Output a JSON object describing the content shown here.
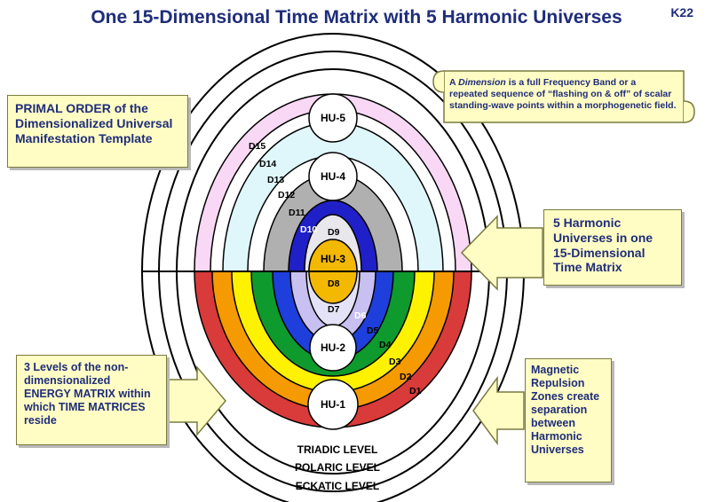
{
  "title": "One 15-Dimensional Time Matrix with 5 Harmonic Universes",
  "code": "K22",
  "primal_box": "PRIMAL ORDER of the Dimensionalized Universal Manifestation Template",
  "scroll_note": {
    "prefix": "A ",
    "emphasis": "Dimension",
    "text": " is a full Frequency Band or a repeated sequence of “flashing on & off” of scalar standing-wave points within a morphogenetic field."
  },
  "harmonic_box": "5 Harmonic Universes in one 15-Dimensional Time Matrix",
  "levels_box": "3 Levels of the non-dimensionalized ENERGY MATRIX within which TIME MATRICES reside",
  "magnetic_box": "Magnetic Repulsion Zones create separation between Harmonic Universes",
  "hu_labels": [
    "HU-5",
    "HU-4",
    "HU-3",
    "HU-2",
    "HU-1"
  ],
  "dimension_labels": [
    "D15",
    "D14",
    "D13",
    "D12",
    "D11",
    "D10",
    "D9",
    "D8",
    "D7",
    "D6",
    "D5",
    "D4",
    "D3",
    "D2",
    "D1"
  ],
  "energy_levels": [
    "TRIADIC LEVEL",
    "POLARIC LEVEL",
    "ECKATIC LEVEL"
  ],
  "colors": {
    "title": "#1f2d7a",
    "box_fill": "#fffdc4",
    "arrow_fill": "#fffdc4",
    "d1_red": "#d93a3a",
    "d2_orange": "#f59a00",
    "d3_yellow": "#fff200",
    "d4_green": "#0f9a2e",
    "d5_blue": "#1e3fdb",
    "d6_lavender": "#c8c0f0",
    "hu3_gold": "#f3b800",
    "d10_blue": "#2020c8",
    "d11_gray": "#b0b0b0",
    "d13_cyan": "#dff7fb",
    "d15_pink": "#f8d8f4"
  }
}
